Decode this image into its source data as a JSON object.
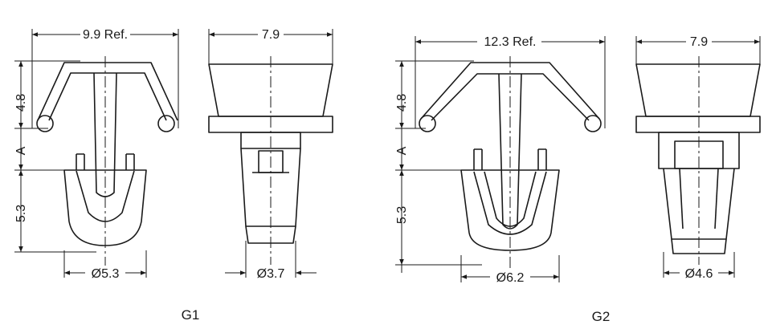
{
  "drawings": [
    {
      "caption": "G1",
      "front": {
        "width_label": "9.9 Ref.",
        "height_top_label": "4.8",
        "height_mid_label": "A",
        "height_bottom_label": "5.3",
        "diameter_label": "Ø5.3"
      },
      "side": {
        "width_label": "7.9",
        "diameter_label": "Ø3.7"
      }
    },
    {
      "caption": "G2",
      "front": {
        "width_label": "12.3 Ref.",
        "height_top_label": "4.8",
        "height_mid_label": "A",
        "height_bottom_label": "5.3",
        "diameter_label": "Ø6.2"
      },
      "side": {
        "width_label": "7.9",
        "diameter_label": "Ø4.6"
      }
    }
  ]
}
